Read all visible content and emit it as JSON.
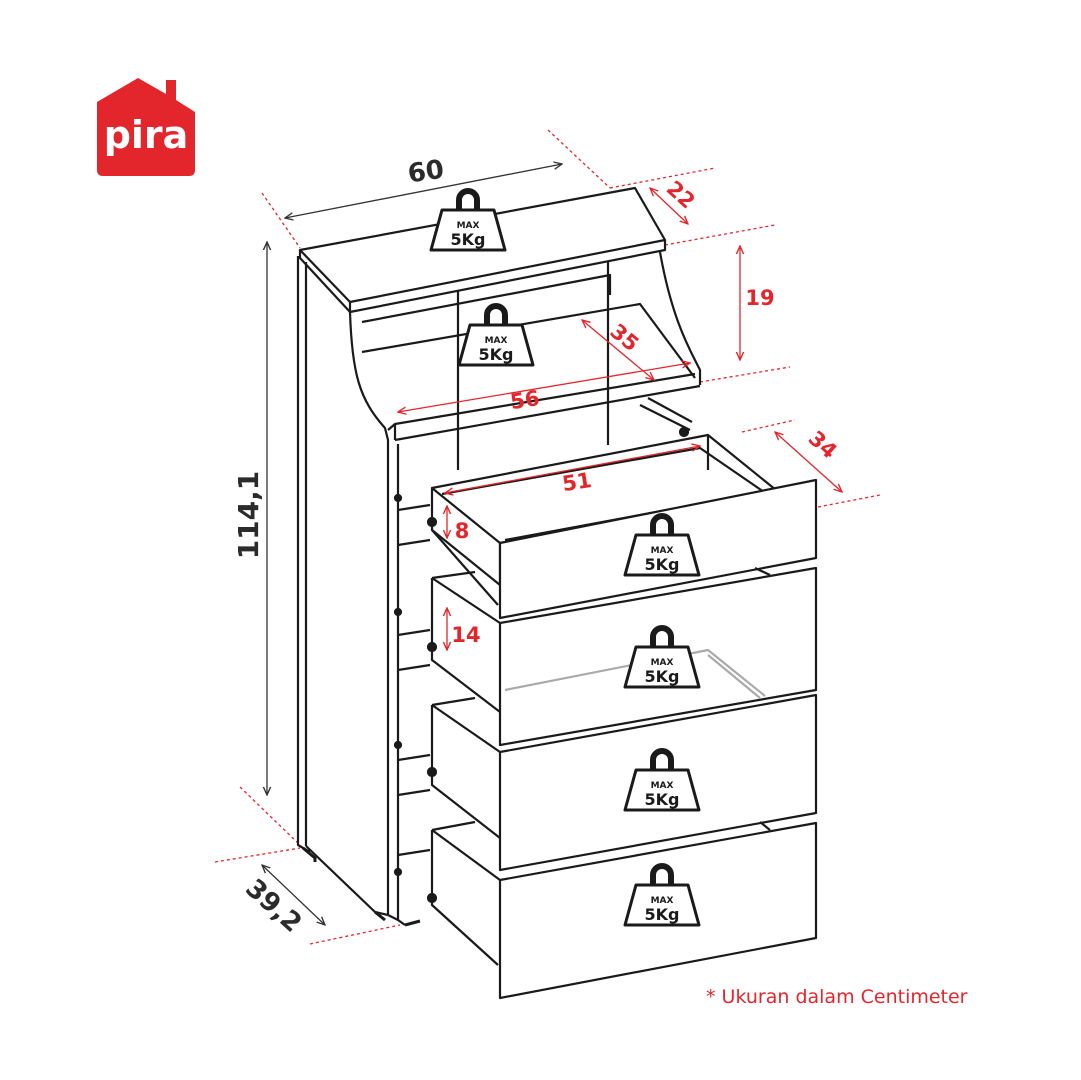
{
  "brand": {
    "name": "pira",
    "color": "#e3262c"
  },
  "dimensions": {
    "width": "60",
    "height": "114,1",
    "depth": "39,2",
    "top_depth": "22",
    "shelf_height": "19",
    "shelf_depth": "35",
    "shelf_width": "56",
    "drawer_width": "51",
    "drawer_depth": "34",
    "drawer_small_height": "8",
    "drawer_large_height": "14"
  },
  "weight_badge": {
    "line1": "MAX",
    "line2": "5Kg",
    "icon": "weight-icon"
  },
  "note": "* Ukuran dalam Centimeter",
  "colors": {
    "outline": "#1a1a1a",
    "accent": "#e3262c",
    "dim_line": "#333333"
  }
}
